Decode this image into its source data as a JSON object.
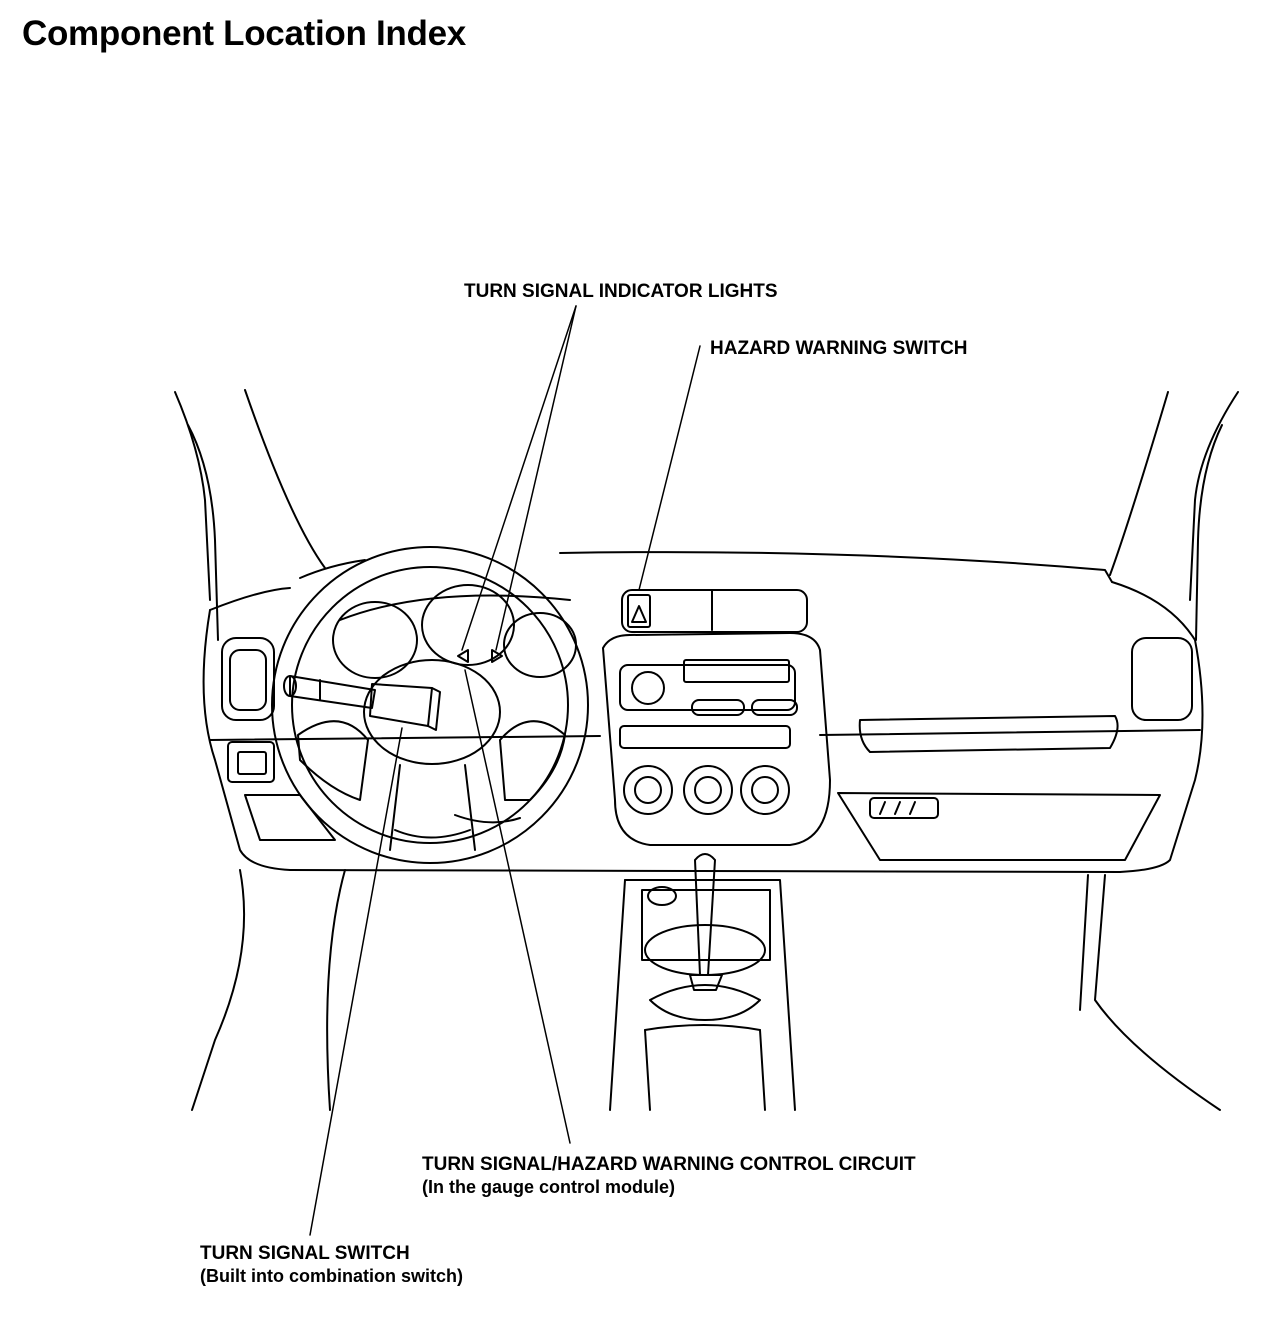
{
  "title": "Component Location Index",
  "labels": {
    "indicator_lights": "TURN SIGNAL INDICATOR LIGHTS",
    "hazard_switch": "HAZARD WARNING SWITCH",
    "control_circuit": "TURN SIGNAL/HAZARD WARNING CONTROL CIRCUIT",
    "control_circuit_note": "(In the gauge control module)",
    "signal_switch": "TURN SIGNAL SWITCH",
    "signal_switch_note": "(Built into combination switch)"
  }
}
